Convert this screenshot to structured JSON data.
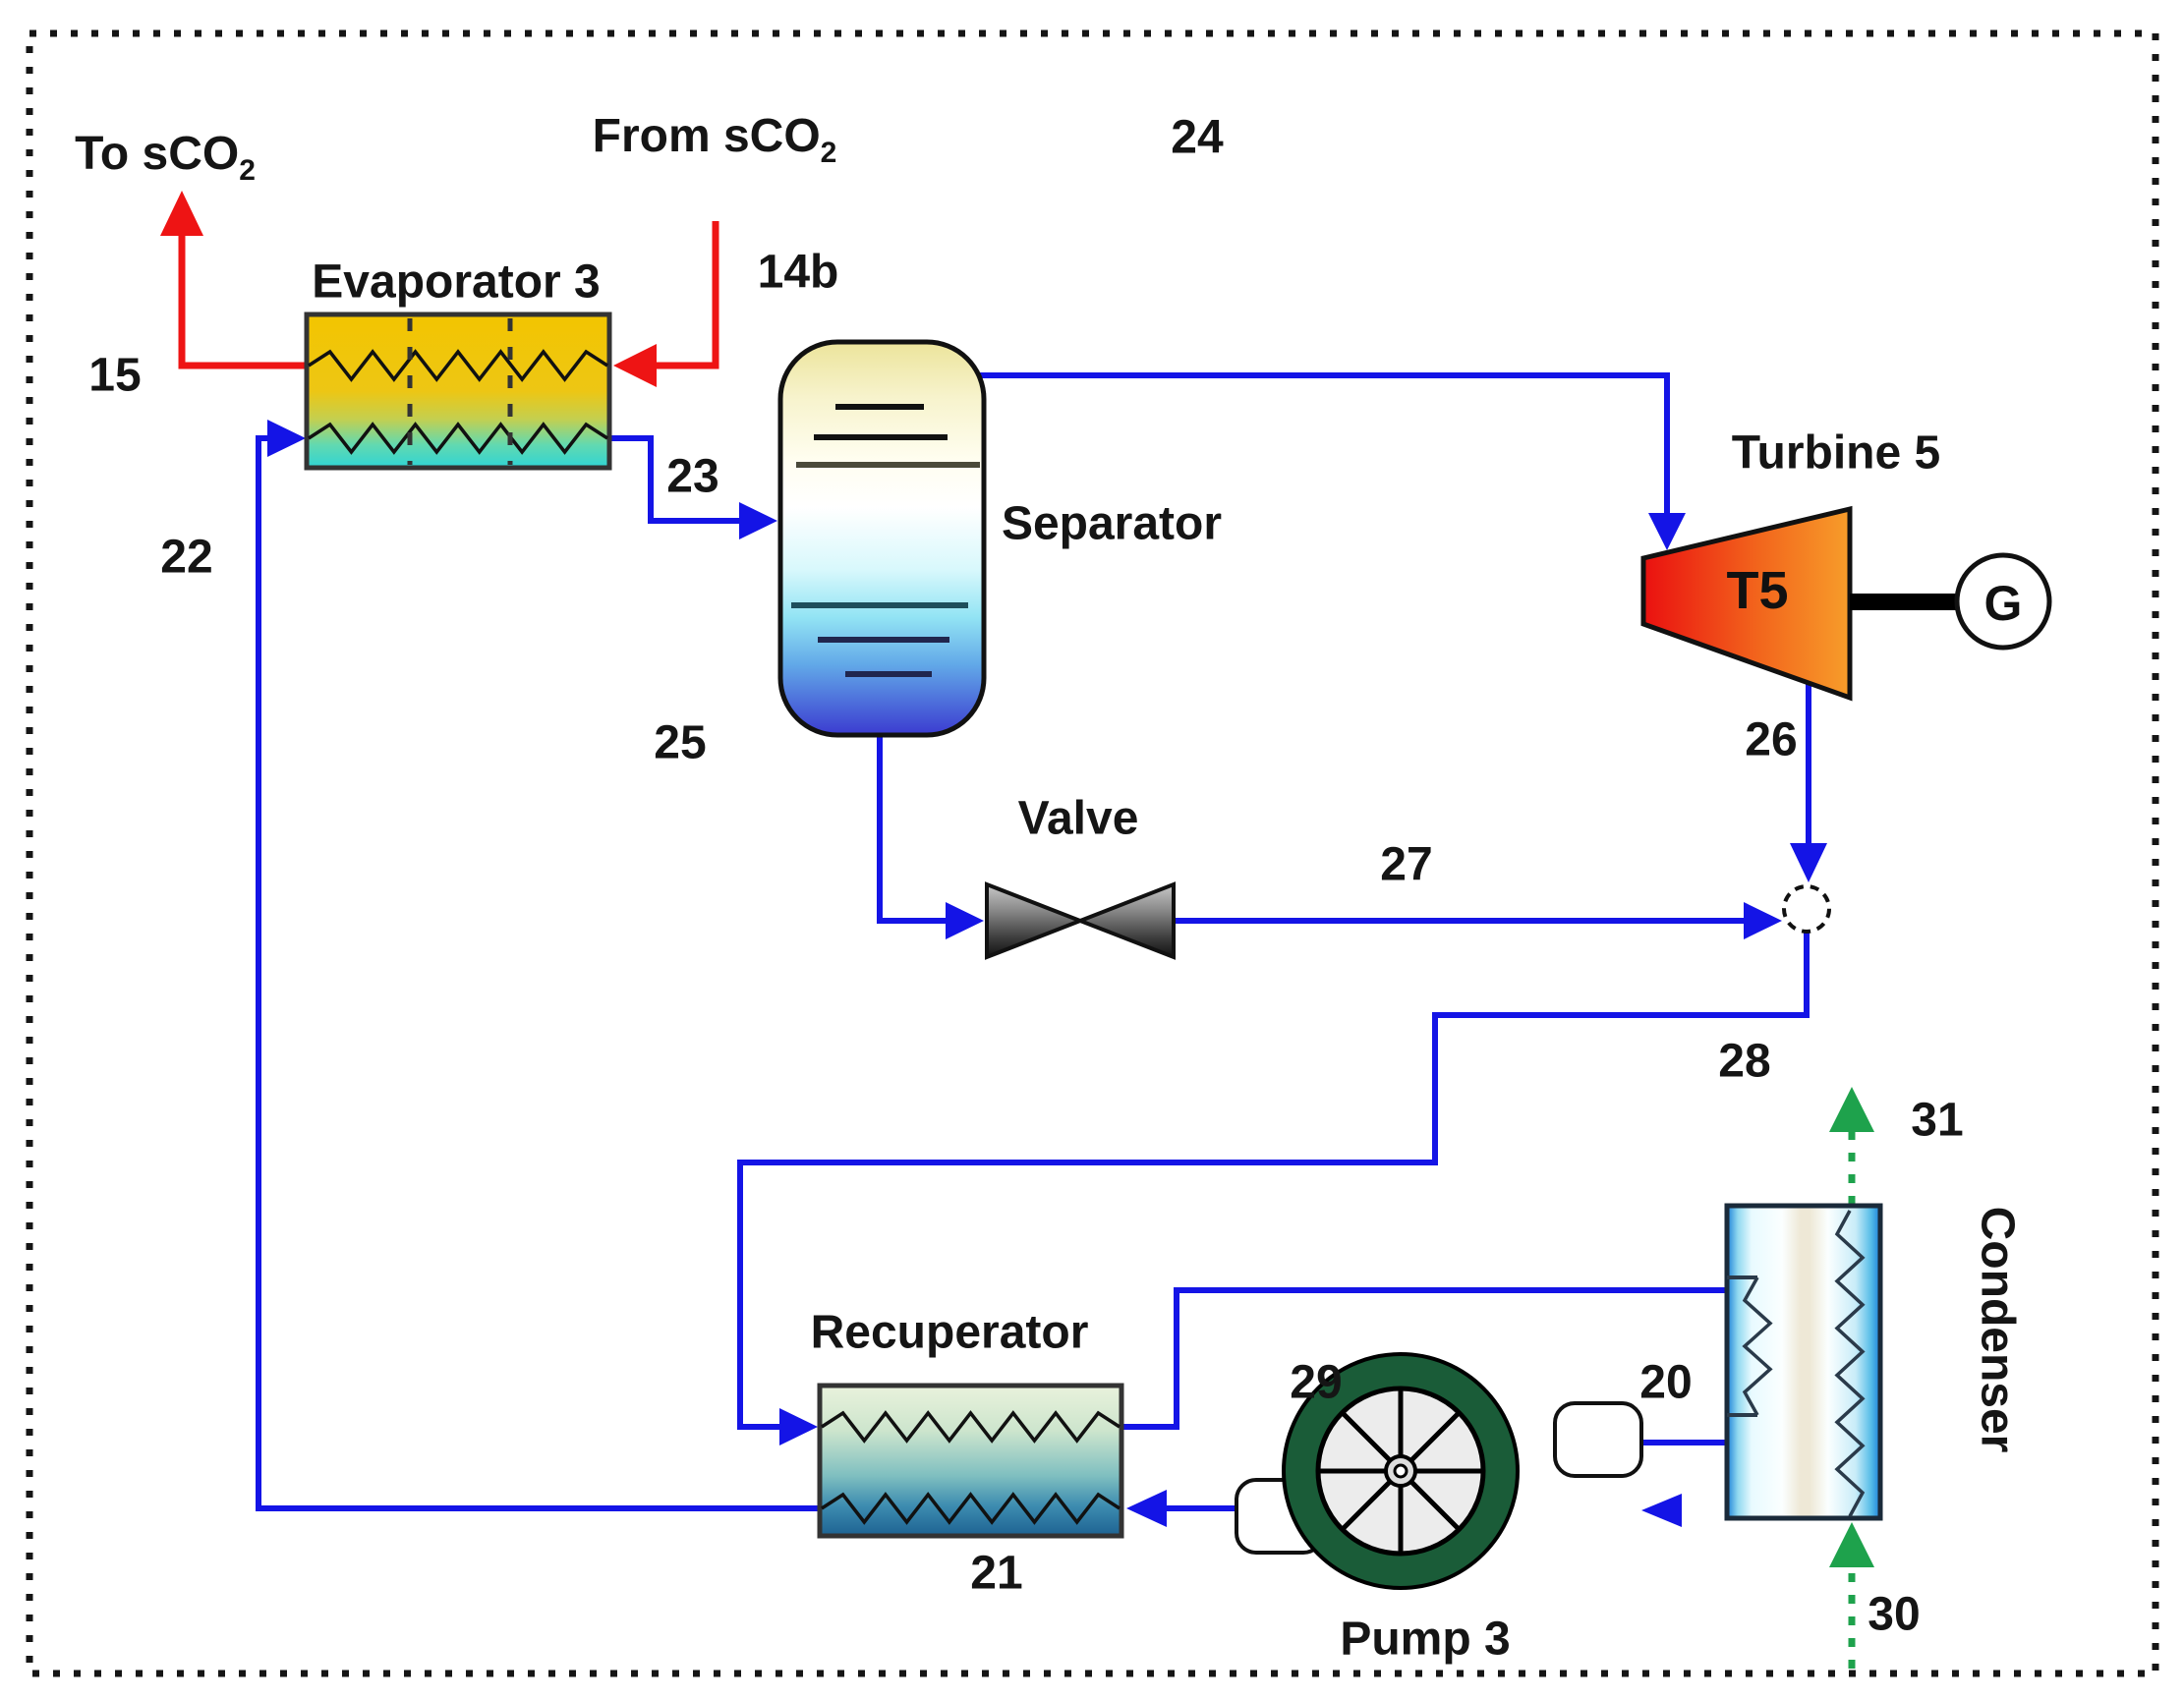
{
  "diagram": {
    "title_none": "",
    "io_labels": {
      "to_sco2": {
        "text": "To sCO",
        "sub": "2"
      },
      "from_sco2": {
        "text": "From sCO",
        "sub": "2"
      }
    },
    "equipment": {
      "evaporator": "Evaporator 3",
      "separator": "Separator",
      "turbine": "Turbine 5",
      "turbine_tag": "T5",
      "generator": "G",
      "valve": "Valve",
      "recuperator": "Recuperator",
      "pump": "Pump 3",
      "condenser": "Condenser"
    },
    "streams": {
      "s14b": "14b",
      "s15": "15",
      "s20": "20",
      "s21": "21",
      "s22": "22",
      "s23": "23",
      "s24": "24",
      "s25": "25",
      "s26": "26",
      "s27": "27",
      "s28": "28",
      "s29": "29",
      "s30": "30",
      "s31": "31"
    },
    "colors": {
      "process_line_blue": "#1414e6",
      "sco2_line_red": "#ee1414",
      "cooling_line_green": "#1ea24c",
      "turbine_gradient_left": "#ea1010",
      "turbine_gradient_right": "#f79d2a",
      "pump_ring_green": "#1a5c38",
      "evaporator_hot_gold": "#f3c500",
      "evaporator_cold_cyan": "#2fd4d4",
      "separator_top_khaki": "#ece49b",
      "separator_bottom_blue": "#3b3bd0",
      "recuperator_top_green": "#e9f2dc",
      "recuperator_bottom_blue": "#1d6292",
      "condenser_edge_blue": "#1b7fd8",
      "valve_gray_dark": "#3a3a3a",
      "border_black": "#151515"
    }
  }
}
